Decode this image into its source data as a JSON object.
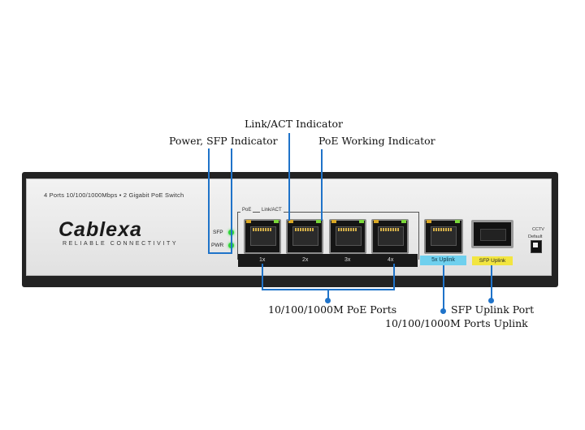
{
  "callouts": {
    "link_act": "Link/ACT Indicator",
    "power_sfp": "Power, SFP Indicator",
    "poe_working": "PoE Working Indicator",
    "poe_ports": "10/100/1000M PoE Ports",
    "sfp_uplink_port": "SFP Uplink Port",
    "ports_uplink": "10/100/1000M Ports Uplink"
  },
  "device": {
    "model_line": "4 Ports 10/100/1000Mbps • 2 Gigabit PoE Switch",
    "brand": "Cablexa",
    "tagline": "RELIABLE CONNECTIVITY",
    "leds": {
      "sfp": "SFP",
      "pwr": "PWR"
    },
    "port_header": {
      "poe": "PoE",
      "link_act": "Link/ACT"
    },
    "ports": [
      "1x",
      "2x",
      "3x",
      "4x"
    ],
    "uplink_label": "5x Uplink",
    "sfp_label": "SFP Uplink",
    "switch": {
      "cctv": "CCTV",
      "default": "Default"
    }
  },
  "colors": {
    "guide_line": "#1f73c9",
    "led_on": "#2fd33a",
    "uplink_tag": "#6fd0ee",
    "sfp_tag": "#f2e540"
  }
}
